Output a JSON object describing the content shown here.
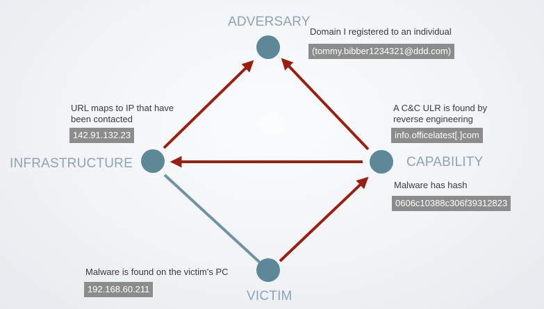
{
  "nodes": {
    "adversary": "ADVERSARY",
    "infrastructure": "INFRASTRUCTURE",
    "capability": "CAPABILITY",
    "victim": "VICTIM"
  },
  "annotations": {
    "adversary": {
      "text": "Domain I registered to an individual",
      "value": "(tommy.bibber1234321@ddd.com)"
    },
    "infrastructure": {
      "text": "URL maps to IP that have been contacted",
      "value": "142.91.132.23"
    },
    "capability_top": {
      "text": "A C&C ULR is found by reverse engineering",
      "value": "info.officelatest[.]com"
    },
    "capability_bottom": {
      "text": "Malware has hash",
      "value": "0606c10388c306f39312823"
    },
    "victim": {
      "text": "Malware is found on the victim's PC",
      "value": "192.168.60.211"
    }
  },
  "colors": {
    "node": "#5c8898",
    "arrow": "#9a1f10",
    "edge_plain": "#6f93a1",
    "label": "#8ea3b3",
    "chip": "#8b8c8b"
  }
}
